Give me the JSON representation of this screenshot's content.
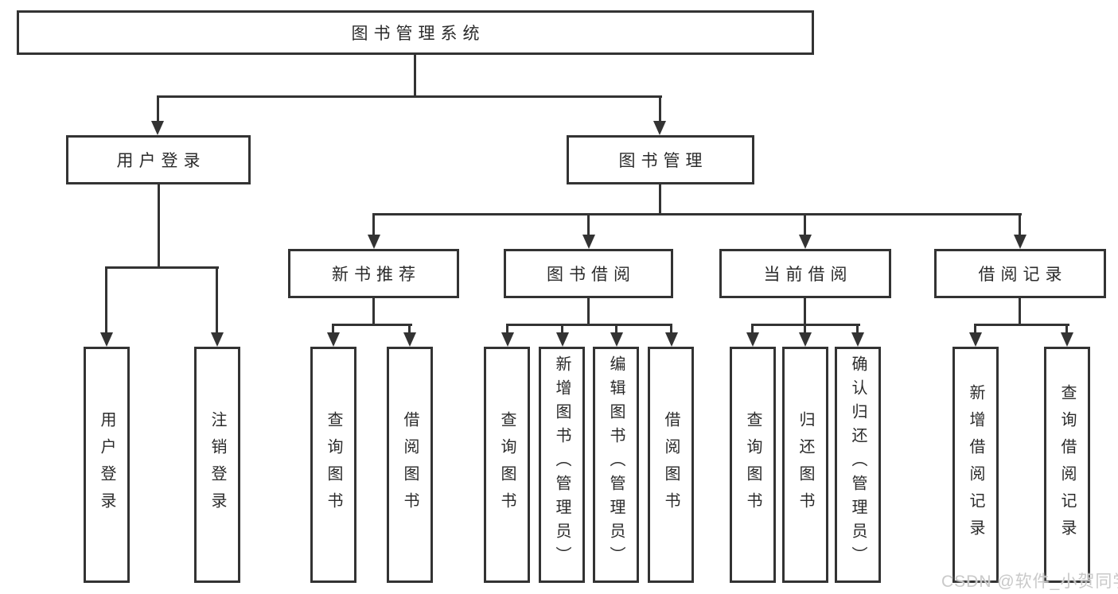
{
  "nodes": {
    "root": "图书管理系统",
    "user_login": "用户登录",
    "book_mgmt": "图书管理",
    "new_book_rec": "新书推荐",
    "book_borrow": "图书借阅",
    "current_borrow": "当前借阅",
    "borrow_record": "借阅记录",
    "leaf_user_login": "用户登录",
    "leaf_logout": "注销登录",
    "leaf_query_book_rec": "查询图书",
    "leaf_borrow_book_rec": "借阅图书",
    "leaf_query_book_borrow": "查询图书",
    "leaf_add_book": "新增图书（管理员）",
    "leaf_edit_book": "编辑图书（管理员）",
    "leaf_borrow_book": "借阅图书",
    "leaf_query_book_current": "查询图书",
    "leaf_return_book": "归还图书",
    "leaf_confirm_return": "确认归还（管理员）",
    "leaf_add_borrow_record": "新增借阅记录",
    "leaf_query_borrow_record": "查询借阅记录"
  },
  "structure": {
    "图书管理系统": {
      "用户登录": [
        "用户登录",
        "注销登录"
      ],
      "图书管理": {
        "新书推荐": [
          "查询图书",
          "借阅图书"
        ],
        "图书借阅": [
          "查询图书",
          "新增图书（管理员）",
          "编辑图书（管理员）",
          "借阅图书"
        ],
        "当前借阅": [
          "查询图书",
          "归还图书",
          "确认归还（管理员）"
        ],
        "借阅记录": [
          "新增借阅记录",
          "查询借阅记录"
        ]
      }
    }
  },
  "watermark": "CSDN @软件_小贺同学",
  "colors": {
    "line": "#333333",
    "text": "#2b2b2b",
    "background": "#ffffff",
    "watermark": "#c9c9c9"
  }
}
